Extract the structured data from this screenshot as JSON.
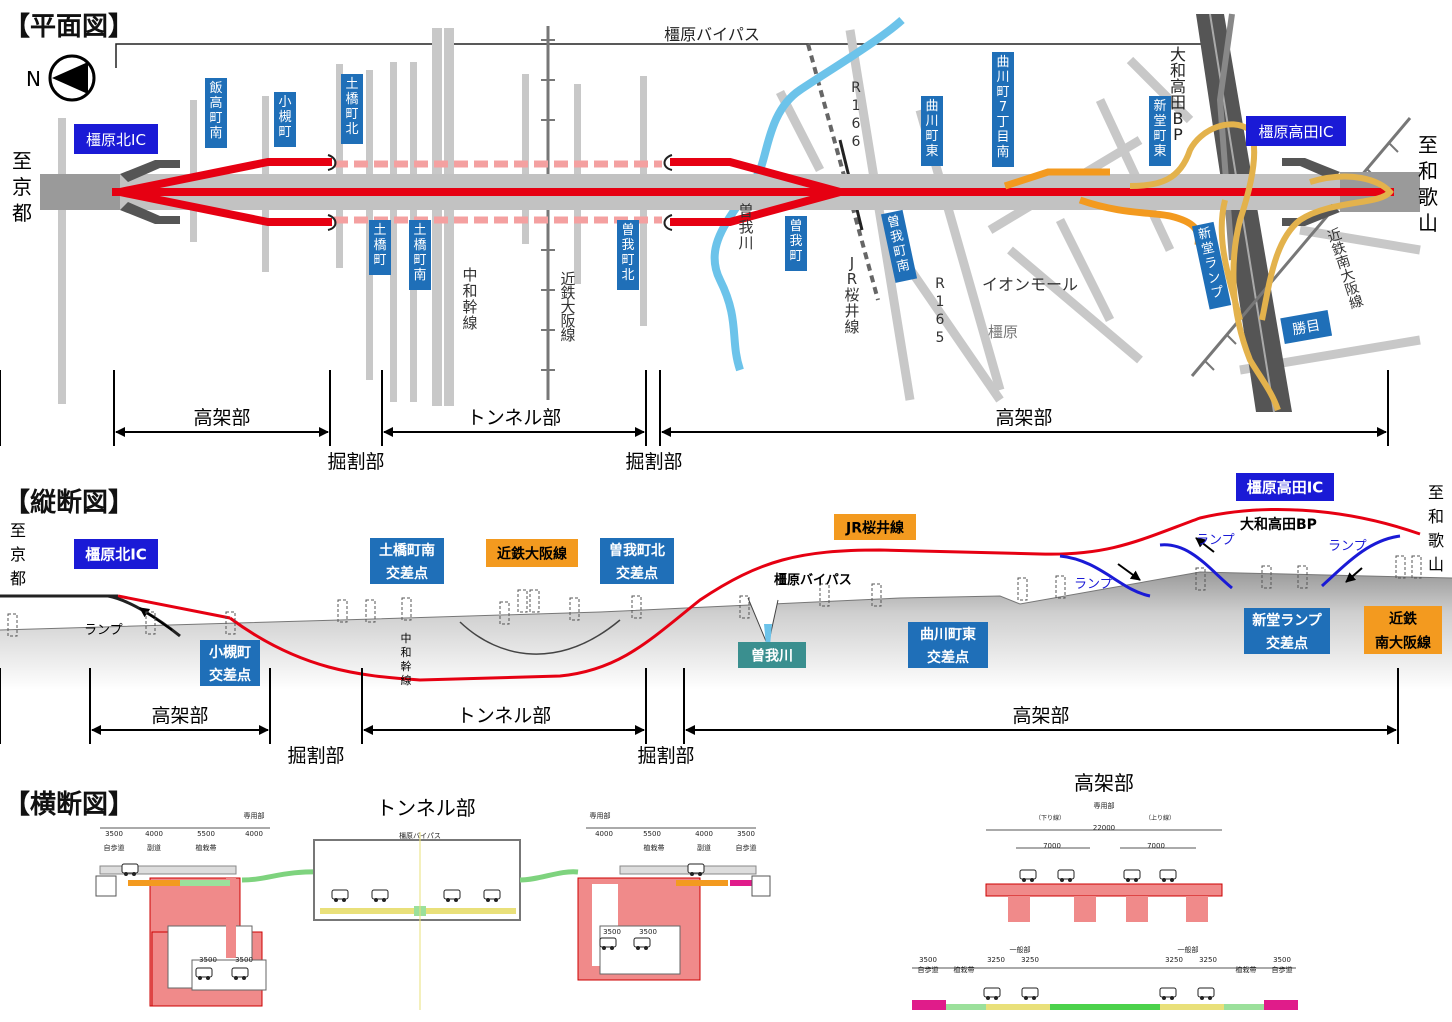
{
  "sections": {
    "plan": "【平面図】",
    "profile": "【縦断図】",
    "cross": "【横断図】"
  },
  "plan": {
    "bypass_label": "橿原バイパス",
    "north_label": "N",
    "to_kyoto": [
      "至",
      "京",
      "都"
    ],
    "to_wakayama": [
      "至",
      "和",
      "歌",
      "山"
    ],
    "ic_north": "橿原北IC",
    "ic_takada": "橿原高田IC",
    "signs": [
      "飯高町南",
      "小槻町",
      "土橋町北",
      "土橋町",
      "土橋町南",
      "曽我町北",
      "曽我町",
      "曽我町南",
      "曲川町東",
      "曲川町7丁目南",
      "新堂町東",
      "新堂ランプ",
      "勝目"
    ],
    "rail_chuwa": "中和幹線",
    "rail_kintetsu": "近鉄大阪線",
    "river_soga": "曽我川",
    "route_r166": "R166",
    "jr_sakurai": "JR桜井線",
    "route_r165": "R165",
    "aeon": "イオンモール",
    "aeon_sub": "橿原",
    "yamato_bp": "大和高田BP",
    "kintetsu_minami": "近鉄南大阪線",
    "segments": [
      "高架部",
      "トンネル部",
      "高架部"
    ],
    "cut_labels": [
      "掘割部",
      "掘割部"
    ]
  },
  "profile": {
    "to_kyoto": [
      "至",
      "京",
      "都"
    ],
    "to_wakayama": [
      "至",
      "和",
      "歌",
      "山"
    ],
    "ic_north": "橿原北IC",
    "ic_takada": "橿原高田IC",
    "ramp": "ランプ",
    "kotsuki": "小槻町\n交差点",
    "dobashi_minami": "土橋町南\n交差点",
    "kintetsu_osaka": "近鉄大阪線",
    "soga_kita": "曽我町北\n交差点",
    "jr_sakurai": "JR桜井線",
    "kashihara_bypass": "橿原バイパス",
    "soga_river": "曽我川",
    "chuwa": "中和幹線",
    "magarikawa": "曲川町東\n交差点",
    "yamato_bp": "大和高田BP",
    "shindo": "新堂ランプ\n交差点",
    "kintetsu_minami": "近鉄\n南大阪線",
    "segments": [
      "高架部",
      "トンネル部",
      "高架部"
    ],
    "cut_labels": [
      "掘割部",
      "掘割部"
    ]
  },
  "cross": {
    "tunnel_title": "トンネル部",
    "elevated_title": "高架部",
    "senyo": "専用部",
    "ippan": "一般部",
    "kashihara_bp": "橿原バイパス",
    "hodo": "自歩道",
    "fukudo": "副道",
    "shokusai": "植栽帯",
    "kudari": "（下り線）",
    "nobori": "（上り線）",
    "dims_left": [
      "3500",
      "4000",
      "5500",
      "4000"
    ],
    "dims_right": [
      "4000",
      "5500",
      "4000",
      "3500"
    ],
    "dims_lower": [
      "3500",
      "3500"
    ],
    "dim_22000": "22000",
    "dim_7000": "7000",
    "dim_3250": "3250"
  }
}
